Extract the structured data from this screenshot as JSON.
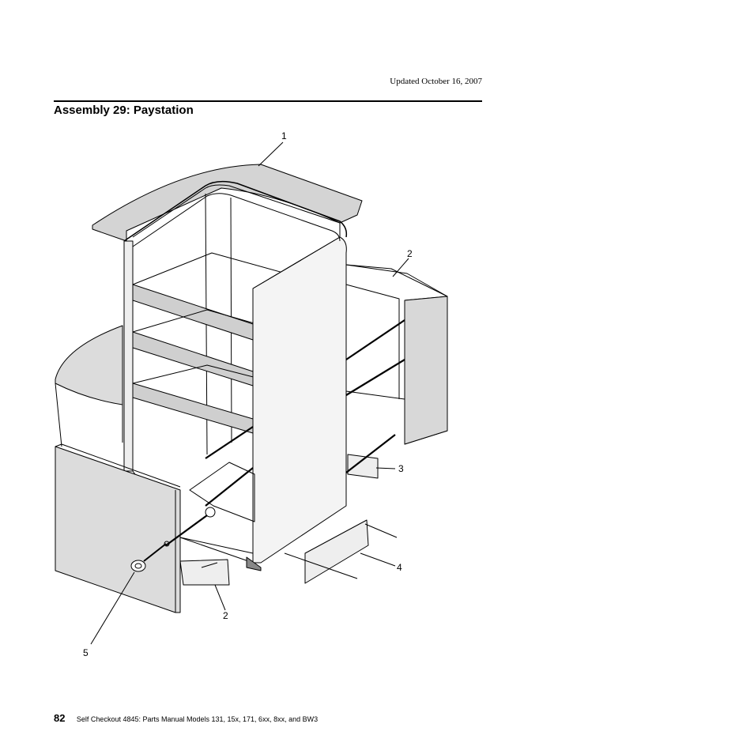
{
  "header": {
    "updated": "Updated October 16, 2007"
  },
  "section": {
    "title": "Assembly 29: Paystation"
  },
  "figure": {
    "callouts": [
      "1",
      "2",
      "3",
      "4",
      "2",
      "5"
    ]
  },
  "footer": {
    "page_number": "82",
    "text": "Self Checkout 4845:  Parts Manual Models 131, 15x, 171, 6xx, 8xx, and BW3"
  }
}
